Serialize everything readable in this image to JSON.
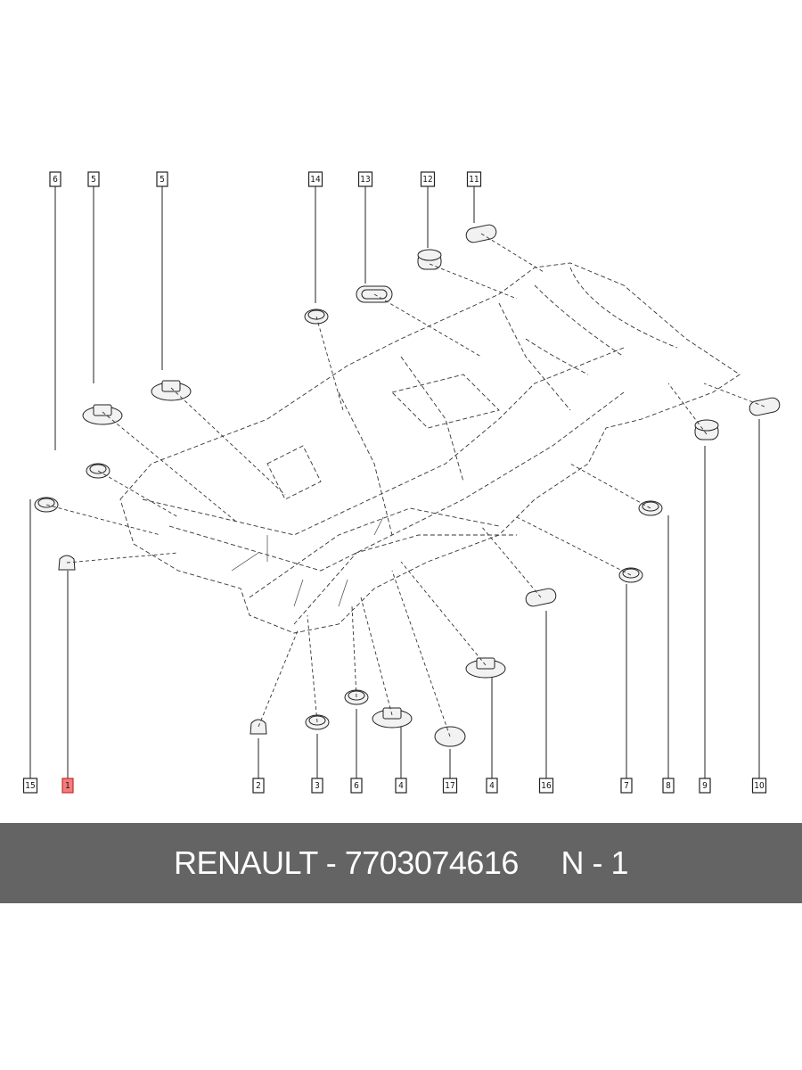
{
  "diagram": {
    "callouts": [
      {
        "label": "6"
      },
      {
        "label": "5"
      },
      {
        "label": "5"
      },
      {
        "label": "14"
      },
      {
        "label": "13"
      },
      {
        "label": "12"
      },
      {
        "label": "11"
      },
      {
        "label": "15"
      },
      {
        "label": "1",
        "highlighted": true
      },
      {
        "label": "2"
      },
      {
        "label": "3"
      },
      {
        "label": "6"
      },
      {
        "label": "4"
      },
      {
        "label": "17"
      },
      {
        "label": "4"
      },
      {
        "label": "16"
      },
      {
        "label": "7"
      },
      {
        "label": "8"
      },
      {
        "label": "9"
      },
      {
        "label": "10"
      }
    ],
    "highlight_color": "#f47c7c"
  },
  "banner": {
    "brand": "RENAULT",
    "separator": " - ",
    "part_number": "7703074616",
    "gap": "     ",
    "position_code": "N - 1",
    "background": "#646464"
  }
}
